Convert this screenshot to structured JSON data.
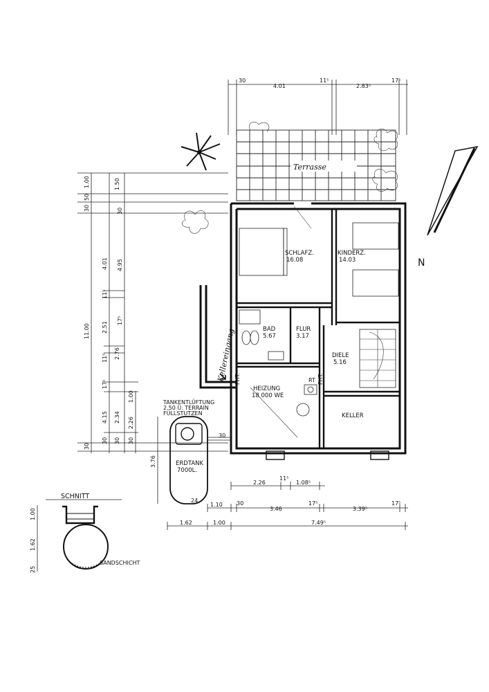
{
  "rooms": {
    "schlafzimmer": {
      "name": "SCHLAFZ.",
      "area": "16.08"
    },
    "kinderzimmer": {
      "name": "KINDERZ.",
      "area": "14.03"
    },
    "bad": {
      "name": "BAD",
      "area": "5.67"
    },
    "flur": {
      "name": "FLUR",
      "area": "3.17"
    },
    "diele": {
      "name": "DIELE",
      "area": "5.16"
    },
    "heizung": {
      "name": "HEIZUNG",
      "sub": "18 000 WE"
    },
    "keller": {
      "name": "KELLER"
    }
  },
  "labels": {
    "terrasse": "Terrasse",
    "kellereingang": "Kellereingang",
    "fht_left": "FHT.",
    "fht_right": "FHT.",
    "rt": "RT",
    "tank_line1": "TANKENTLÜFTUNG",
    "tank_line2": "2.50 Ü. TERRAIN",
    "tank_line3": "FÜLLSTUTZEN",
    "erdtank": "ERDTANK",
    "erdtank_volume": "7000L.",
    "schnitt": "SCHNITT",
    "sandschicht": "SANDSCHICHT",
    "north": "N"
  },
  "dims": {
    "top": [
      "30",
      "4.01",
      "11⁵",
      "2.83⁵",
      "17⁵"
    ],
    "left_outer": [
      "1.00",
      "50",
      "30",
      "11.00",
      "30"
    ],
    "left_mid": [
      "1.50",
      "4.01",
      "11⁵",
      "2.51",
      "11⁵",
      "2.76",
      "17⁵",
      "4.15",
      "2.34",
      "30",
      "30"
    ],
    "left_inner": [
      "30",
      "4.95",
      "17⁵",
      "1.00",
      "2.26",
      "30"
    ],
    "tank_side": "3.76",
    "bottom_inner": [
      "2.26",
      "11⁵",
      "1.08⁵"
    ],
    "bottom_row": [
      "1.10",
      "30",
      "3.46",
      "17⁵",
      "3.39⁵",
      "17⁵"
    ],
    "bottom_total": [
      "1.62",
      "1.00",
      "7.49⁵"
    ],
    "tank_bottom": "24",
    "tank_right": "30",
    "schnitt_side": [
      "1.00",
      "1.62",
      "25"
    ]
  }
}
